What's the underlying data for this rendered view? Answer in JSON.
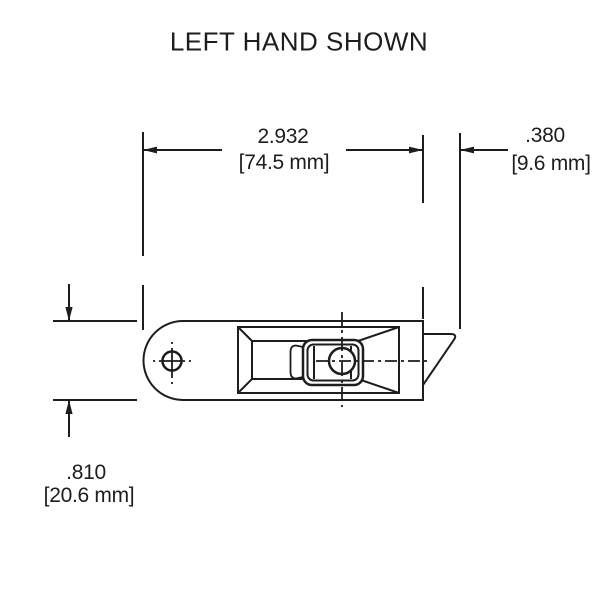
{
  "title": "LEFT HAND SHOWN",
  "dimensions": {
    "width": {
      "inches": "2.932",
      "metric": "[74.5 mm]"
    },
    "tab_depth": {
      "inches": ".380",
      "metric": "[9.6 mm]"
    },
    "height": {
      "inches": ".810",
      "metric": "[20.6 mm]"
    }
  },
  "colors": {
    "line": "#1d1d1d",
    "background": "#ffffff"
  }
}
